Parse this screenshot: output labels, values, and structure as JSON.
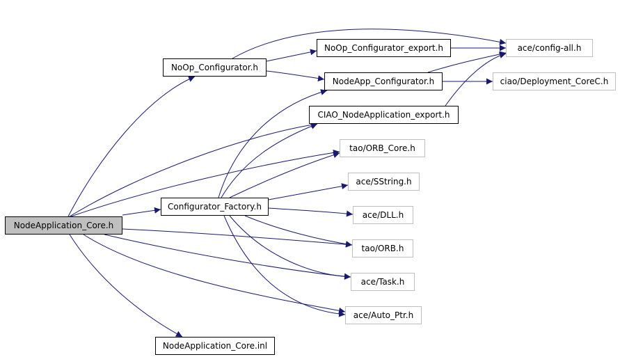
{
  "colors": {
    "edge": "#191970",
    "box_border": "#000000",
    "external_border": "#bfbfbf",
    "root_fill": "#bfbfbf"
  },
  "nodes": {
    "root": "NodeApplication_Core.h",
    "inl": "NodeApplication_Core.inl",
    "noop": "NoOp_Configurator.h",
    "noop_export": "NoOp_Configurator_export.h",
    "nodeapp": "NodeApp_Configurator.h",
    "ciao_export": "CIAO_NodeApplication_export.h",
    "factory": "Configurator_Factory.h",
    "config_all": "ace/config-all.h",
    "deploy": "ciao/Deployment_CoreC.h",
    "orb_core": "tao/ORB_Core.h",
    "sstring": "ace/SString.h",
    "dll": "ace/DLL.h",
    "orb": "tao/ORB.h",
    "task": "ace/Task.h",
    "autoptr": "ace/Auto_Ptr.h"
  }
}
